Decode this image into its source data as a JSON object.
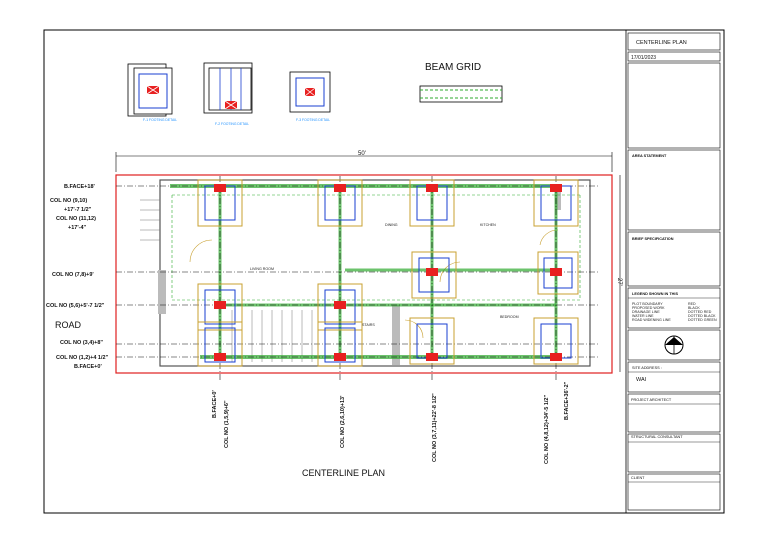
{
  "sheet": {
    "drawing_title": "CENTERLINE PLAN",
    "beam_grid_label": "BEAM GRID",
    "overall_width": "50'",
    "overall_depth": "27'",
    "road_label": "ROAD",
    "footing_captions": [
      "F-1 FOOTING DETAIL",
      "F-2 FOOTING DETAIL",
      "F-3 FOOTING DETAIL"
    ],
    "left_labels": [
      "B.FACE+18'",
      "COL NO (9,10)",
      "+17'-7 1/2\"",
      "COL NO (11,12)",
      "+17'-4\"",
      "COL NO (7,8)+9'",
      "COL NO (5,6)+5'-7 1/2\"",
      "COL NO (3,4)+8\"",
      "COL NO (1,2)+4 1/2\"",
      "B.FACE+0'"
    ],
    "bottom_labels": [
      "B.FACE+0'",
      "COL NO (1,5,9)+6\"",
      "COL NO (2,6,10)+13'",
      "COL NO (3,7,11)+22'-8 1/2\"",
      "COL NO (4,8,12)+34'-5 1/2\"",
      "B.FACE+36'-2\""
    ],
    "room_labels": [
      "DINING",
      "KITCHEN",
      "LIVING ROOM",
      "BEDROOM",
      "STAIRS"
    ]
  },
  "title_block": {
    "title": "CENTERLINE PLAN",
    "date": "17/01/2023",
    "area_statement": "AREA STATEMENT",
    "brief_specification": "BRIEF SPECIFICATION",
    "legend_heading": "LEGEND SHOWN IN THIS",
    "legend_items": [
      "PLOT BOUNDARY",
      "PROPOSED WORK",
      "DRAINAGE LINE",
      "WATER LINE",
      "ROAD WIDENING LINE"
    ],
    "legend_colors": [
      "RED",
      "BLACK",
      "DOTTED RED",
      "DOTTED BLACK",
      "DOTTED GREEN"
    ],
    "site_address_label": "SITE ADDRESS :",
    "site_address": "WAI",
    "project_architect": "PROJECT ARCHITECT",
    "structural_consultant": "STRUCTURAL CONSULTANT",
    "client": "CLIENT"
  },
  "colors": {
    "plot_boundary": "#e02020",
    "beam": "#2eaa2e",
    "column": "#e82020",
    "footing": "#c8a030",
    "pedestal": "#1a3fd0",
    "dimension": "#1e90ff"
  }
}
